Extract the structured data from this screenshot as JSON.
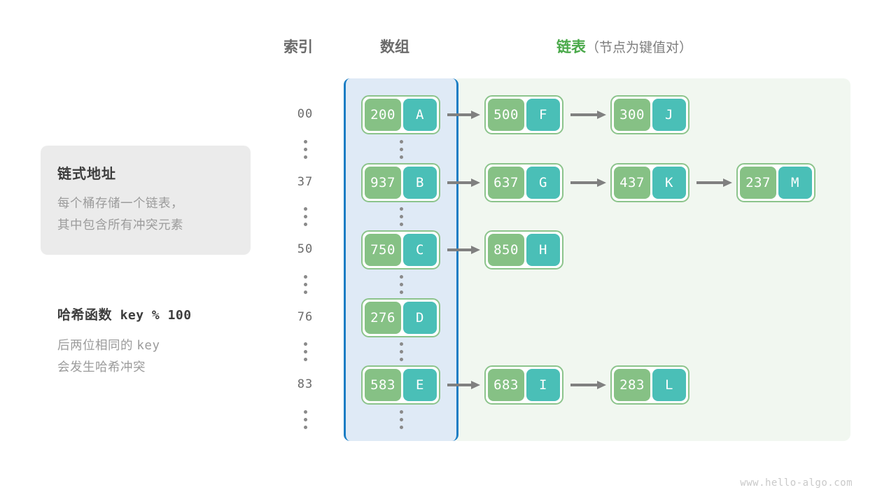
{
  "headers": {
    "index": "索引",
    "array": "数组",
    "list_main": "链表",
    "list_sub": "（节点为键值对）"
  },
  "info_card": {
    "title": "链式地址",
    "body_line1": "每个桶存储一个链表，",
    "body_line2": "其中包含所有冲突元素"
  },
  "hash_note": {
    "title_label": "哈希函数",
    "title_code": "key % 100",
    "body_line1_text": "后两位相同的",
    "body_line1_code": "key",
    "body_line2": "会发生哈希冲突"
  },
  "colors": {
    "key_cell": "#86c185",
    "value_cell": "#4abfb7",
    "node_border": "#8cc48c",
    "array_panel_bg": "#dfeaf6",
    "array_panel_border": "#1a7dc4",
    "list_panel_bg": "#f1f7f0",
    "arrow": "#808080",
    "accent_green_text": "#4aa94a"
  },
  "rows": [
    {
      "index": "00",
      "bucket": {
        "key": "200",
        "value": "A"
      },
      "chain": [
        {
          "key": "500",
          "value": "F"
        },
        {
          "key": "300",
          "value": "J"
        }
      ]
    },
    {
      "index": "37",
      "bucket": {
        "key": "937",
        "value": "B"
      },
      "chain": [
        {
          "key": "637",
          "value": "G"
        },
        {
          "key": "437",
          "value": "K"
        },
        {
          "key": "237",
          "value": "M"
        }
      ]
    },
    {
      "index": "50",
      "bucket": {
        "key": "750",
        "value": "C"
      },
      "chain": [
        {
          "key": "850",
          "value": "H"
        }
      ]
    },
    {
      "index": "76",
      "bucket": {
        "key": "276",
        "value": "D"
      },
      "chain": []
    },
    {
      "index": "83",
      "bucket": {
        "key": "583",
        "value": "E"
      },
      "chain": [
        {
          "key": "683",
          "value": "I"
        },
        {
          "key": "283",
          "value": "L"
        }
      ]
    }
  ],
  "watermark": "www.hello-algo.com"
}
